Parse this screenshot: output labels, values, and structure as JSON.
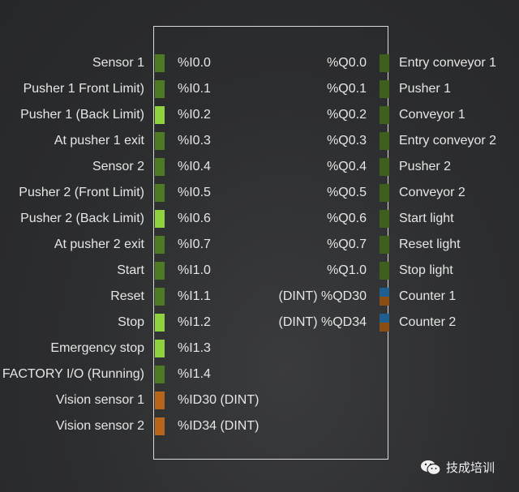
{
  "inputs": [
    {
      "label": "Sensor 1",
      "addr": "%I0.0",
      "color": "#4f7a25"
    },
    {
      "label": "Pusher 1 Front Limit)",
      "addr": "%I0.1",
      "color": "#4f7a25"
    },
    {
      "label": "Pusher 1 (Back Limit)",
      "addr": "%I0.2",
      "color": "#8fd13f"
    },
    {
      "label": "At pusher 1 exit",
      "addr": "%I0.3",
      "color": "#4f7a25"
    },
    {
      "label": "Sensor 2",
      "addr": "%I0.4",
      "color": "#4f7a25"
    },
    {
      "label": "Pusher 2 (Front Limit)",
      "addr": "%I0.5",
      "color": "#4f7a25"
    },
    {
      "label": "Pusher 2 (Back Limit)",
      "addr": "%I0.6",
      "color": "#8fd13f"
    },
    {
      "label": "At pusher 2 exit",
      "addr": "%I0.7",
      "color": "#4f7a25"
    },
    {
      "label": "Start",
      "addr": "%I1.0",
      "color": "#4f7a25"
    },
    {
      "label": "Reset",
      "addr": "%I1.1",
      "color": "#4f7a25"
    },
    {
      "label": "Stop",
      "addr": "%I1.2",
      "color": "#8fd13f"
    },
    {
      "label": "Emergency stop",
      "addr": "%I1.3",
      "color": "#8fd13f"
    },
    {
      "label": "FACTORY I/O (Running)",
      "addr": "%I1.4",
      "color": "#4f7a25"
    },
    {
      "label": "Vision sensor 1",
      "addr": "%ID30 (DINT)",
      "color": "#b5661a"
    },
    {
      "label": "Vision sensor 2",
      "addr": "%ID34 (DINT)",
      "color": "#b5661a"
    }
  ],
  "outputs": [
    {
      "label": "Entry conveyor 1",
      "addr": "%Q0.0",
      "color": "#3f5f1f"
    },
    {
      "label": "Pusher 1",
      "addr": "%Q0.1",
      "color": "#3f5f1f"
    },
    {
      "label": "Conveyor 1",
      "addr": "%Q0.2",
      "color": "#3f5f1f"
    },
    {
      "label": "Entry conveyor 2",
      "addr": "%Q0.3",
      "color": "#3f5f1f"
    },
    {
      "label": "Pusher 2",
      "addr": "%Q0.4",
      "color": "#3f5f1f"
    },
    {
      "label": "Conveyor 2",
      "addr": "%Q0.5",
      "color": "#3f5f1f"
    },
    {
      "label": "Start light",
      "addr": "%Q0.6",
      "color": "#3f5f1f"
    },
    {
      "label": "Reset light",
      "addr": "%Q0.7",
      "color": "#3f5f1f"
    },
    {
      "label": "Stop light",
      "addr": "%Q1.0",
      "color": "#3f5f1f"
    },
    {
      "label": "Counter 1",
      "addr": "(DINT) %QD30",
      "split": [
        "#1f5f8f",
        "#8a4e14"
      ]
    },
    {
      "label": "Counter 2",
      "addr": "(DINT) %QD34",
      "split": [
        "#1f5f8f",
        "#8a4e14"
      ]
    }
  ],
  "watermark": {
    "text": "技成培训",
    "icon": "wechat-icon"
  }
}
